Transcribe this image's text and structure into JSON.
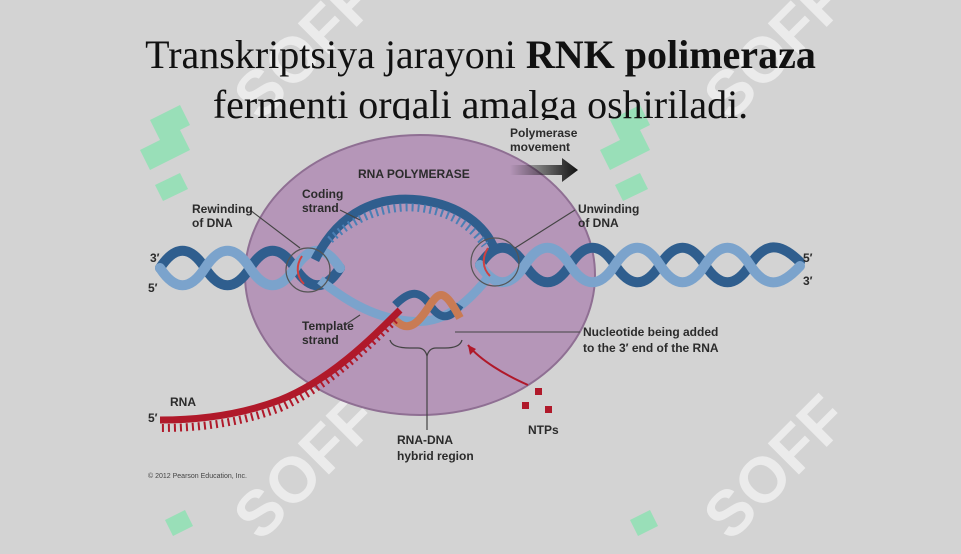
{
  "title": {
    "line1_prefix": "Transkriptsiya jarayoni ",
    "line1_bold": "RNK polimeraza",
    "line2": "fermenti orqali amalga oshiriladi."
  },
  "diagram": {
    "labels": {
      "polymerase_movement": [
        "Polymerase",
        "movement"
      ],
      "rna_polymerase": "RNA POLYMERASE",
      "coding_strand": [
        "Coding",
        "strand"
      ],
      "rewinding": [
        "Rewinding",
        "of DNA"
      ],
      "unwinding": [
        "Unwinding",
        "of DNA"
      ],
      "template_strand": [
        "Template",
        "strand"
      ],
      "nucleotide_added": [
        "Nucleotide being added",
        "to the 3′ end of the RNA"
      ],
      "rna": "RNA",
      "ntps": "NTPs",
      "hybrid_region": [
        "RNA-DNA",
        "hybrid region"
      ],
      "end_left_top": "3′",
      "end_left_bottom": "5′",
      "end_right_top": "5′",
      "end_right_bottom": "3′",
      "rna_end": "5′"
    },
    "copyright": "© 2012 Pearson Education, Inc."
  },
  "watermark": "SOFF",
  "colors": {
    "background": "#d3d3d3",
    "polymerase": "#b596b8",
    "dna_dark": "#2f5e8e",
    "dna_light": "#7ba3cc",
    "rna": "#b0192a",
    "watermark_green": "#8ee0b3"
  }
}
